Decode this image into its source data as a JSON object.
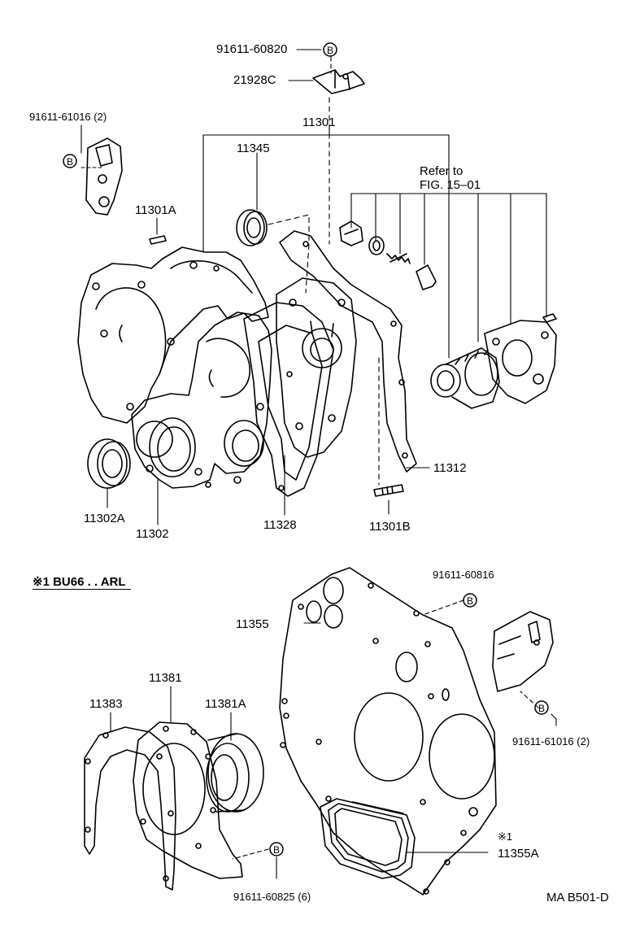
{
  "labels": {
    "bolt_91611_60820": "91611-60820",
    "bracket_21928c": "21928C",
    "bolt_91611_61016_top": "91611-61016 (2)",
    "case_11301": "11301",
    "seal_11345": "11345",
    "pin_11301a": "11301A",
    "refer_line1": "Refer to",
    "refer_line2": "FIG. 15–01",
    "gasket_11312": "11312",
    "stud_11301b": "11301B",
    "seal_11302a": "11302A",
    "seal_11302": "11302",
    "gasket_11328": "11328",
    "variant_mark": "※1",
    "variant_text": "BU66 . . ARL",
    "bolt_91611_60816": "91611-60816",
    "plate_11355": "11355",
    "retainer_11381": "11381",
    "gasket_11383": "11383",
    "seal_11381a": "11381A",
    "bolt_91611_61016_bottom": "91611-61016 (2)",
    "mark_1": "※1",
    "cover_11355a": "11355A",
    "bolt_91611_60825": "91611-60825 (6)",
    "ref_code": "MA B501-D"
  },
  "markers": {
    "b": "B"
  }
}
